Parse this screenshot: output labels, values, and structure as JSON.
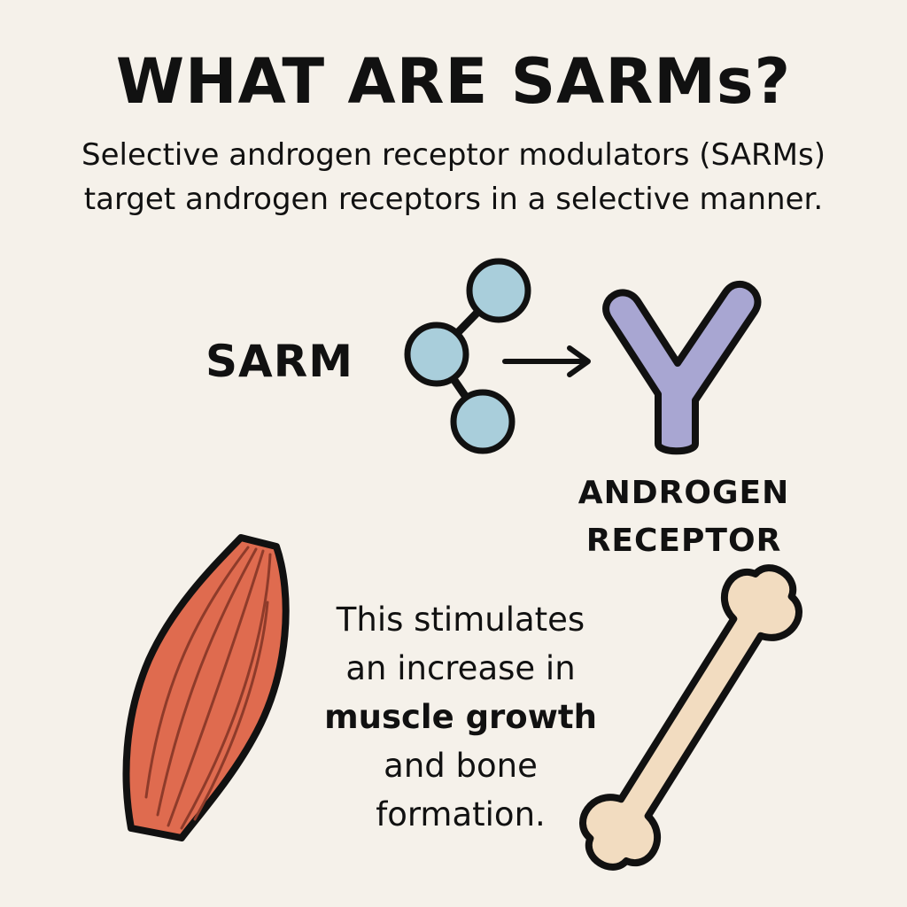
{
  "title": "WHAT ARE SARMs?",
  "subtitle": "Selective androgen receptor modulators (SARMs) target androgen receptors in a selective manner.",
  "sarm_label": "SARM",
  "receptor_label": {
    "line1": "ANDROGEN",
    "line2": "RECEPTOR"
  },
  "effect": {
    "line1": "This stimulates",
    "line2": "an increase in",
    "line3": "muscle growth",
    "line4": "and bone",
    "line5": "formation."
  },
  "colors": {
    "background": "#f5f1ea",
    "molecule": "#a9cedb",
    "receptor": "#a8a6d2",
    "muscle": "#df6b4f",
    "bone": "#f2dcc0",
    "outline": "#111111"
  },
  "icons": [
    "molecule-icon",
    "arrow-right-icon",
    "receptor-icon",
    "muscle-icon",
    "bone-icon"
  ]
}
